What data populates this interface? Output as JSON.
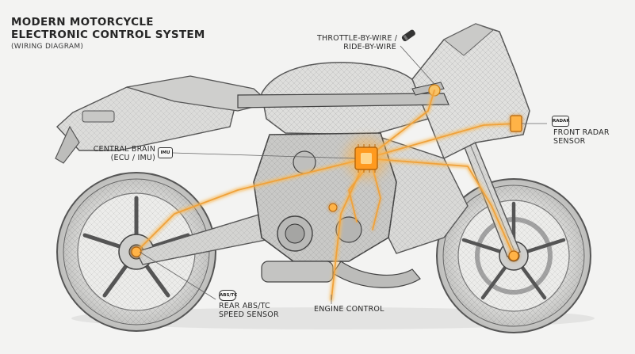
{
  "title": {
    "line1": "MODERN MOTORCYCLE",
    "line2": "ELECTRONIC CONTROL SYSTEM",
    "subtitle": "(WIRING DIAGRAM)"
  },
  "labels": {
    "throttle_line1": "THROTTLE-BY-WIRE /",
    "throttle_line2": "RIDE-BY-WIRE",
    "ecu_line1": "CENTRAL BRAIN",
    "ecu_line2": "(ECU / IMU)",
    "ecu_icon": "IMU",
    "radar_line1": "FRONT RADAR",
    "radar_line2": "SENSOR",
    "radar_icon": "RADAR",
    "abs_line1": "REAR ABS/TC",
    "abs_line2": "SPEED SENSOR",
    "abs_icon": "ABS/TC",
    "engine": "ENGINE CONTROL"
  },
  "colors": {
    "wire": "#f0a23a",
    "wire_glow": "#ffcf7a",
    "ecu_core": "#ff9a1f",
    "sketch": "#6b6b6b",
    "leader": "#555555"
  }
}
